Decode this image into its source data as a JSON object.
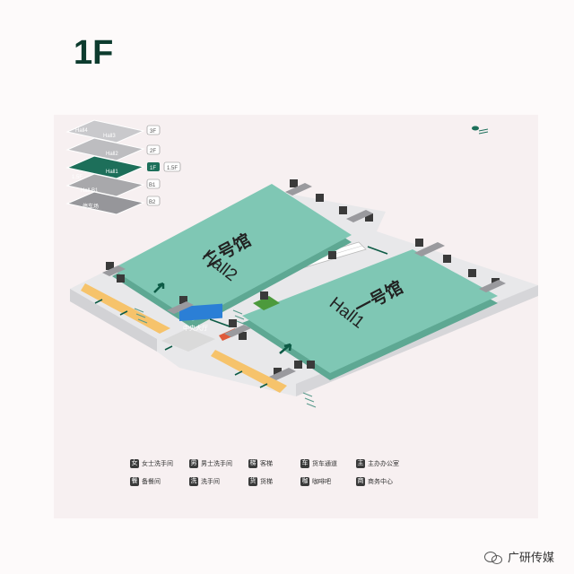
{
  "floor_title": "1F",
  "floor_picker": {
    "floors": [
      {
        "label": "3F"
      },
      {
        "label": "2F"
      },
      {
        "label": "1F",
        "current": true
      },
      {
        "label": "B1"
      },
      {
        "label": "B2"
      }
    ],
    "extra_label": "1.5F",
    "stack_labels": {
      "hall4": "Hall4",
      "hall3": "Hall3",
      "hall2": "Hall2",
      "hall1": "Hall1",
      "b1": "Hall B1",
      "b2": "停车场"
    }
  },
  "halls": [
    {
      "id": "hall2",
      "name_cn": "二号馆",
      "name_en": "Hall2"
    },
    {
      "id": "hall1",
      "name_cn": "一号馆",
      "name_en": "Hall1"
    }
  ],
  "central_hall": "中央大厅",
  "legend": [
    {
      "icon": "女",
      "label": "女士洗手间"
    },
    {
      "icon": "男",
      "label": "男士洗手间"
    },
    {
      "icon": "梯",
      "label": "客梯"
    },
    {
      "icon": "车",
      "label": "货车通道"
    },
    {
      "icon": "主",
      "label": "主办办公室"
    },
    {
      "icon": "餐",
      "label": "备餐间"
    },
    {
      "icon": "洗",
      "label": "洗手间"
    },
    {
      "icon": "货",
      "label": "货梯"
    },
    {
      "icon": "咖",
      "label": "咖啡吧"
    },
    {
      "icon": "商",
      "label": "商务中心"
    }
  ],
  "watermark": "广研传媒",
  "colors": {
    "hall": "#7fc7b4",
    "hall_side": "#5ea893",
    "floor": "#e8e8ea",
    "corridor": "#f6c36b",
    "central": "#2b7fd6",
    "title": "#0d3b2e",
    "arrow": "#0d5b46"
  }
}
